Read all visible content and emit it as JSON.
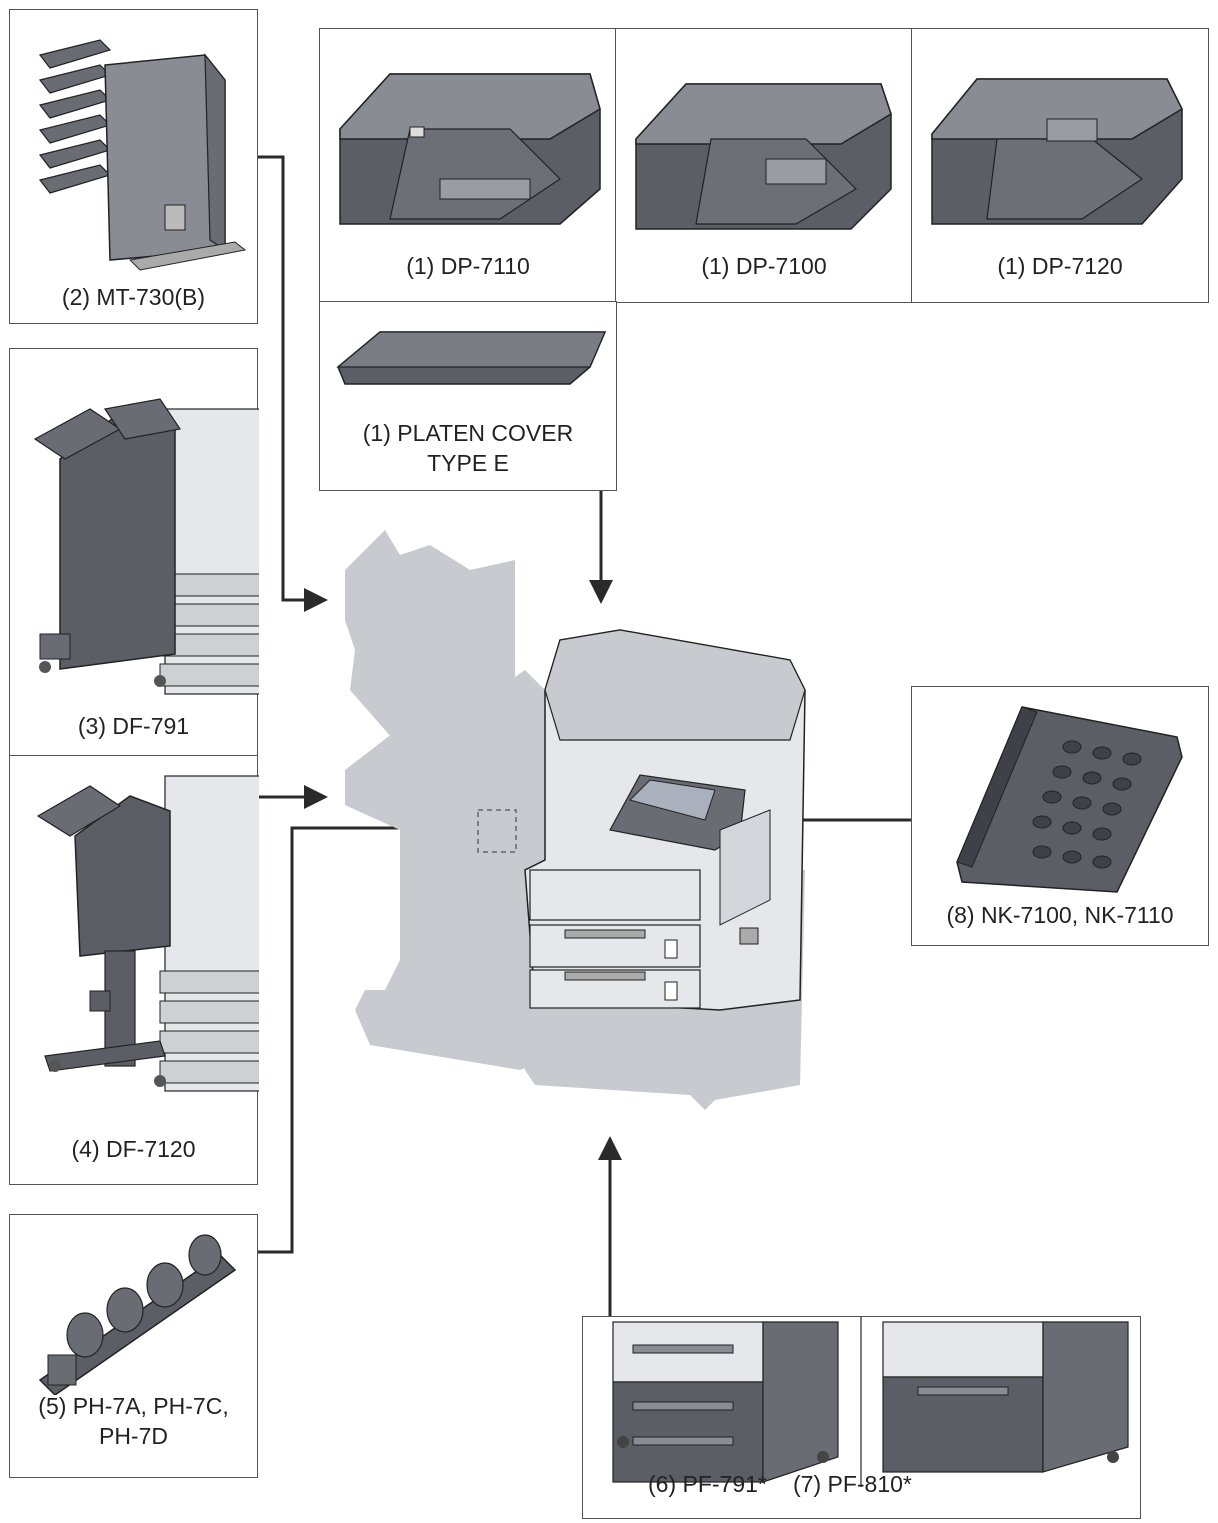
{
  "options": {
    "dp7110": "(1) DP-7110",
    "dp7100": "(1) DP-7100",
    "dp7120": "(1) DP-7120",
    "platen_line1": "(1) PLATEN COVER",
    "platen_line2": "TYPE E",
    "mt730": "(2) MT-730(B)",
    "df791": "(3) DF-791",
    "df7120": "(4) DF-7120",
    "ph_line1": "(5) PH-7A, PH-7C,",
    "ph_line2": "PH-7D",
    "pf791": "(6) PF-791*",
    "pf810": "(7) PF-810*",
    "nk": "(8) NK-7100, NK-7110"
  },
  "colors": {
    "device_dark": "#5c5e66",
    "device_mid": "#8a8c94",
    "device_light": "#c9cbd2",
    "ghost": "#c8cacf",
    "line": "#2a2a2a"
  }
}
